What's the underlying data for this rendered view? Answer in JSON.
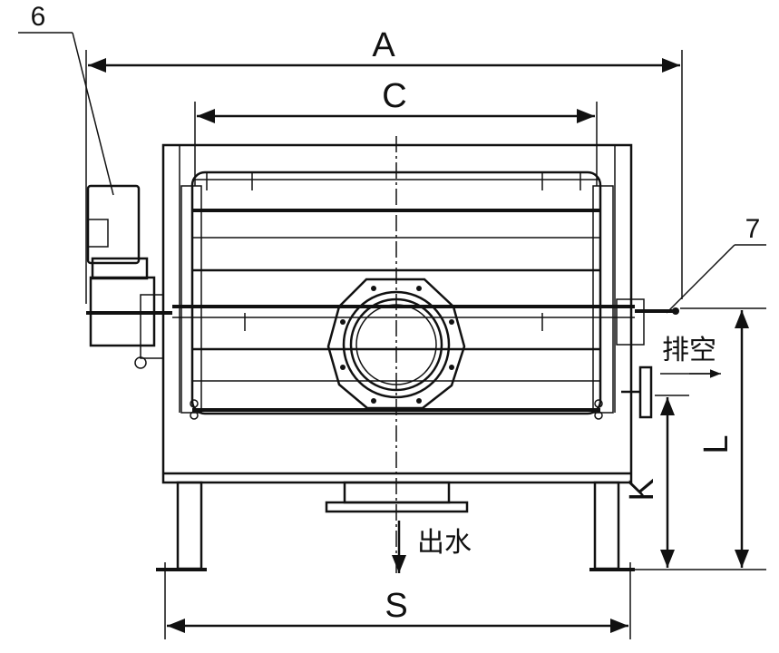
{
  "labels": {
    "callout_6": "6",
    "callout_7": "7",
    "dim_A": "A",
    "dim_C": "C",
    "dim_S": "S",
    "dim_L": "L",
    "dim_K": "K",
    "outlet": "出水",
    "drain": "排空"
  }
}
